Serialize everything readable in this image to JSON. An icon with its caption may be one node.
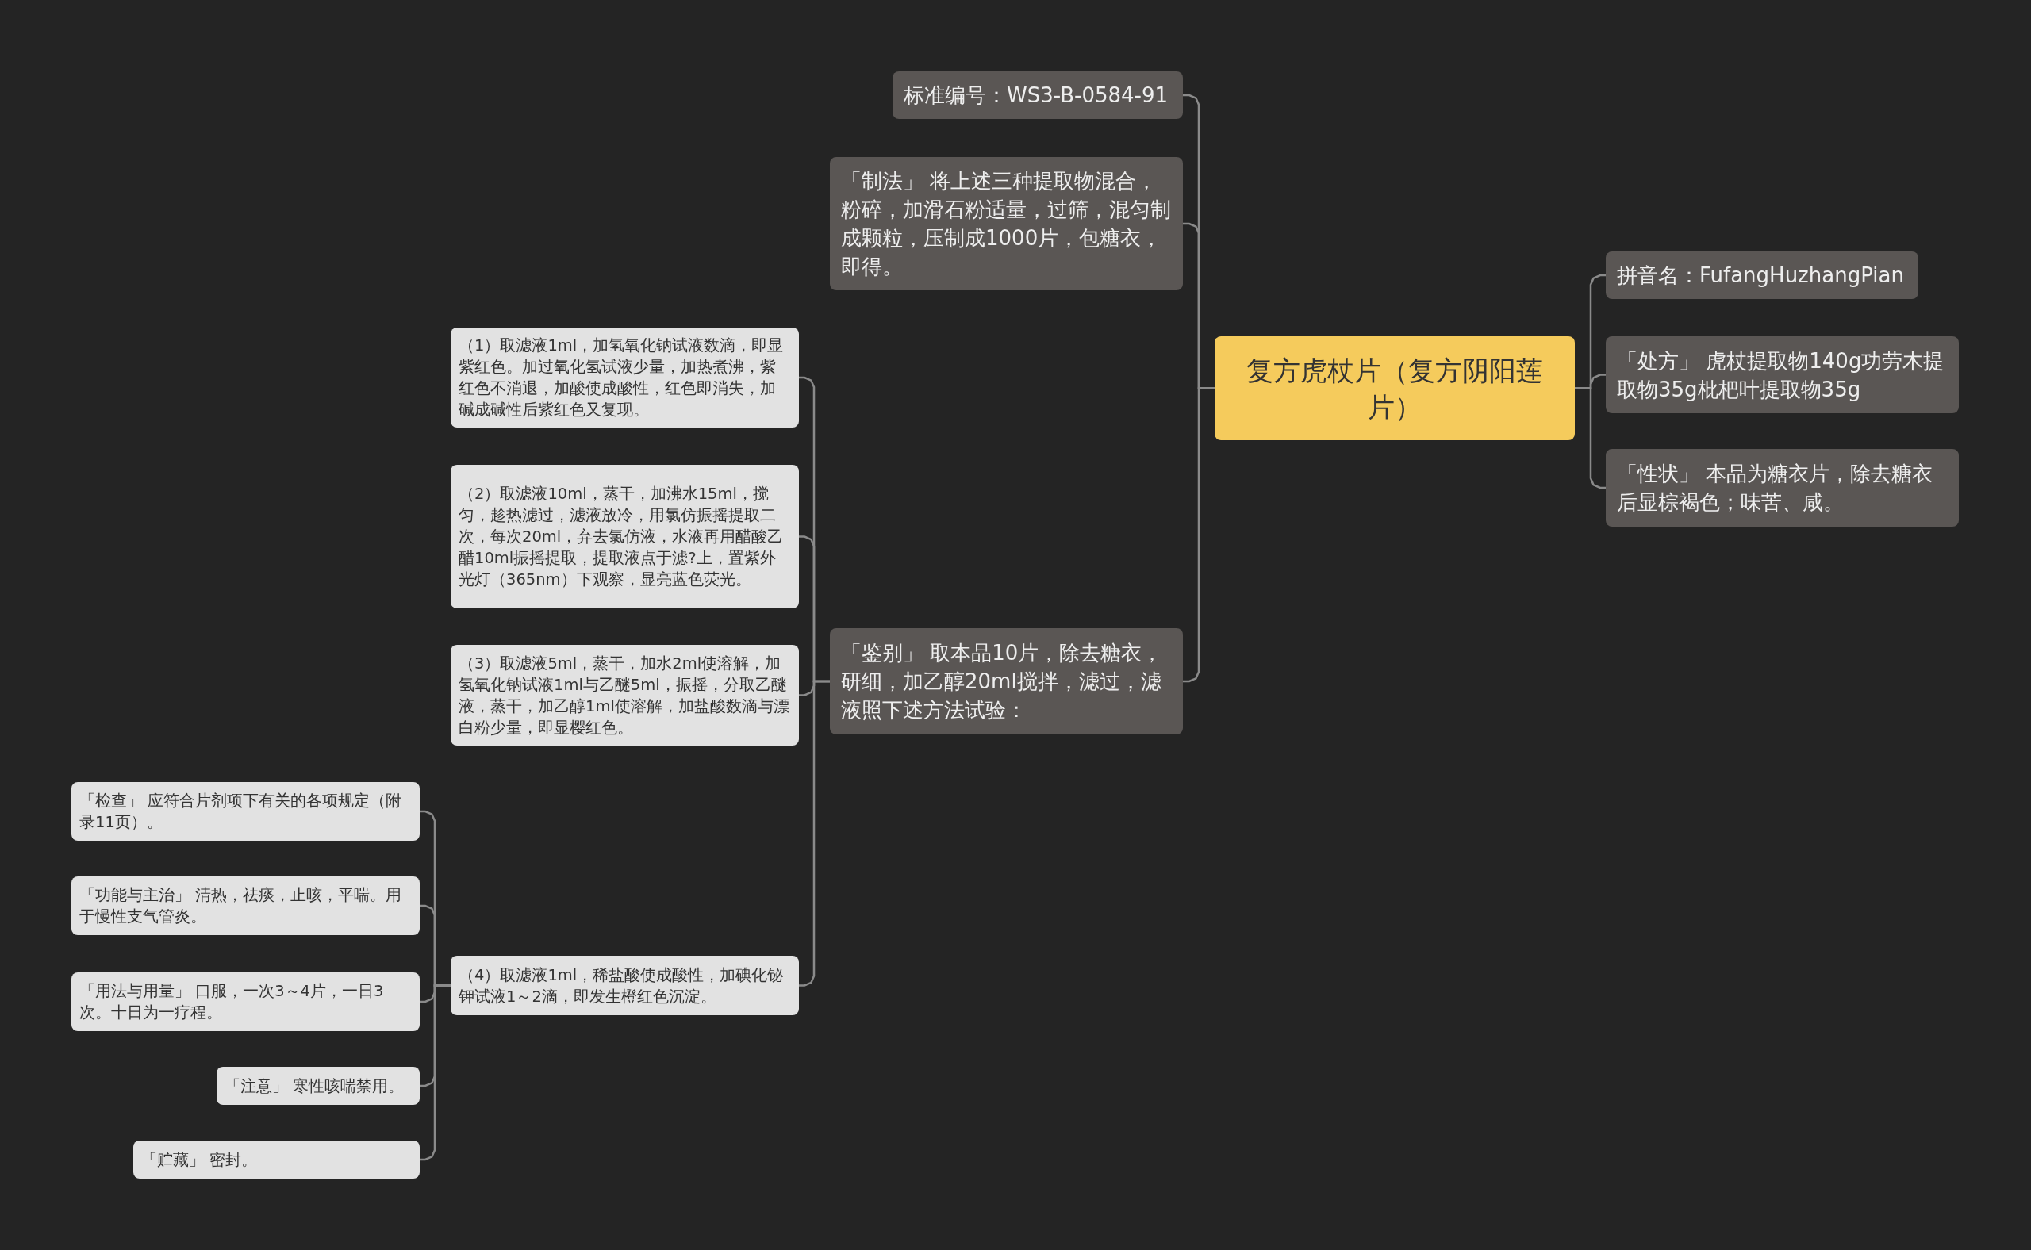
{
  "diagram": {
    "nodes": [
      {
        "text": [
          "复方虎杖片（复方阴阳莲片）"
        ]
      },
      {
        "text": [
          "拼音名：FufangHuzhangPian"
        ]
      },
      {
        "text": [
          "「处方」 虎杖提取物140g功劳木提取物35g枇杷叶提取物35g"
        ]
      },
      {
        "text": [
          "「性状」 本品为糖衣片，除去糖衣后显棕褐色；味苦、咸。"
        ]
      },
      {
        "text": [
          "标准编号：WS3-B-0584-91"
        ]
      },
      {
        "text": [
          "「制法」 将上述三种提取物混合，粉碎，加滑石粉适量，过筛，混匀制成颗粒，压制成1000片，包糖衣，即得。"
        ]
      },
      {
        "text": [
          "「鉴别」 取本品10片，除去糖衣，研细，加乙醇20ml搅拌，滤过，滤液照下述方法试验："
        ]
      },
      {
        "text": [
          "（1）取滤液1ml，加氢氧化钠试液数滴，即显紫红色。加过氧化氢试液少量，加热煮沸，紫红色不消退，加酸使成酸性，红色即消失，加碱成碱性后紫红色又复现。"
        ]
      },
      {
        "text": [
          "（2）取滤液10ml，蒸干，加沸水15ml，搅匀，趁热滤过，滤液放冷，用氯仿振摇提取二次，每次20ml，弃去氯仿液，水液再用醋酸乙醋10ml振摇提取，提取液点于滤?上，置紫外光灯（365nm）下观察，显亮蓝色荧光。"
        ]
      },
      {
        "text": [
          "（3）取滤液5ml，蒸干，加水2ml使溶解，加氢氧化钠试液1ml与乙醚5ml，振摇，分取乙醚液，蒸干，加乙醇1ml使溶解，加盐酸数滴与漂白粉少量，即显樱红色。"
        ]
      },
      {
        "text": [
          "（4）取滤液1ml，稀盐酸使成酸性，加碘化铋钾试液1～2滴，即发生橙红色沉淀。"
        ]
      },
      {
        "text": [
          "「检查」 应符合片剂项下有关的各项规定（附录11页）。"
        ]
      },
      {
        "text": [
          "「功能与主治」 清热，祛痰，止咳，平喘。用于慢性支气管炎。"
        ]
      },
      {
        "text": [
          "「用法与用量」 口服，一次3～4片，一日3次。十日为一疗程。"
        ]
      },
      {
        "text": [
          "「注意」 寒性咳喘禁用。"
        ]
      },
      {
        "text": [
          "「贮藏」 密封。"
        ]
      }
    ],
    "edges": [
      {
        "from": 0,
        "to": 1,
        "arrow": "none"
      },
      {
        "from": 0,
        "to": 2,
        "arrow": "none"
      },
      {
        "from": 0,
        "to": 3,
        "arrow": "none"
      },
      {
        "from": 0,
        "to": 4,
        "arrow": "none"
      },
      {
        "from": 0,
        "to": 5,
        "arrow": "none"
      },
      {
        "from": 0,
        "to": 6,
        "arrow": "none"
      },
      {
        "from": 6,
        "to": 7,
        "arrow": "none"
      },
      {
        "from": 6,
        "to": 8,
        "arrow": "none"
      },
      {
        "from": 6,
        "to": 9,
        "arrow": "none"
      },
      {
        "from": 6,
        "to": 10,
        "arrow": "none"
      },
      {
        "from": 10,
        "to": 11,
        "arrow": "none"
      },
      {
        "from": 10,
        "to": 12,
        "arrow": "none"
      },
      {
        "from": 10,
        "to": 13,
        "arrow": "none"
      },
      {
        "from": 10,
        "to": 14,
        "arrow": "none"
      },
      {
        "from": 10,
        "to": 15,
        "arrow": "none"
      }
    ]
  }
}
